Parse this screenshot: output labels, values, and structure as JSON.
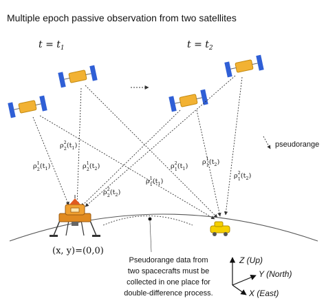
{
  "title": "Multiple epoch passive observation from two satellites",
  "epochs": [
    {
      "lhs": "t",
      "rhs": "t",
      "sub": "1"
    },
    {
      "lhs": "t",
      "rhs": "t",
      "sub": "2"
    }
  ],
  "pseudorange_label": "pseudorange",
  "measurements": [
    {
      "sub": "2",
      "sup": "1",
      "arg": "t",
      "arg_sub": "1"
    },
    {
      "sub": "2",
      "sup": "2",
      "arg": "t",
      "arg_sub": "1"
    },
    {
      "sub": "2",
      "sup": "1",
      "arg": "t",
      "arg_sub": "2"
    },
    {
      "sub": "2",
      "sup": "2",
      "arg": "t",
      "arg_sub": "2"
    },
    {
      "sub": "1",
      "sup": "1",
      "arg": "t",
      "arg_sub": "1"
    },
    {
      "sub": "1",
      "sup": "2",
      "arg": "t",
      "arg_sub": "1"
    },
    {
      "sub": "1",
      "sup": "1",
      "arg": "t",
      "arg_sub": "2"
    },
    {
      "sub": "1",
      "sup": "2",
      "arg": "t",
      "arg_sub": "2"
    }
  ],
  "origin_label": "(x, y)=(0,0)",
  "note_lines": [
    "Pseudorange data from",
    "two spacecrafts must be",
    "collected in one place for",
    "double-difference process."
  ],
  "axes": {
    "z": "Z (Up)",
    "y": "Y (North)",
    "x": "X (East)"
  },
  "colors": {
    "satellite_body": "#f2b233",
    "solar_panel": "#2f5fd6",
    "lander": "#f0a030",
    "rover": "#f5d000"
  }
}
